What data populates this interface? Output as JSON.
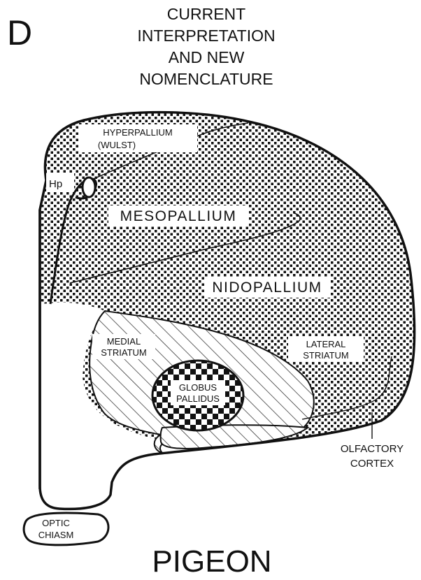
{
  "panel_letter": "D",
  "heading": [
    "CURRENT",
    "INTERPRETATION",
    "AND NEW",
    "NOMENCLATURE"
  ],
  "regions": {
    "hyperpallium": [
      "HYPERPALLIUM",
      "(WULST)"
    ],
    "hp": "Hp",
    "mesopallium": "MESOPALLIUM",
    "nidopallium": "NIDOPALLIUM",
    "medial_striatum": [
      "MEDIAL",
      "STRIATUM"
    ],
    "lateral_striatum": [
      "LATERAL",
      "STRIATUM"
    ],
    "globus_pallidus": [
      "GLOBUS",
      "PALLIDUS"
    ],
    "olfactory_cortex": [
      "OLFACTORY",
      "CORTEX"
    ],
    "optic_chiasm": [
      "OPTIC",
      "CHIASM"
    ]
  },
  "species": "PIGEON"
}
